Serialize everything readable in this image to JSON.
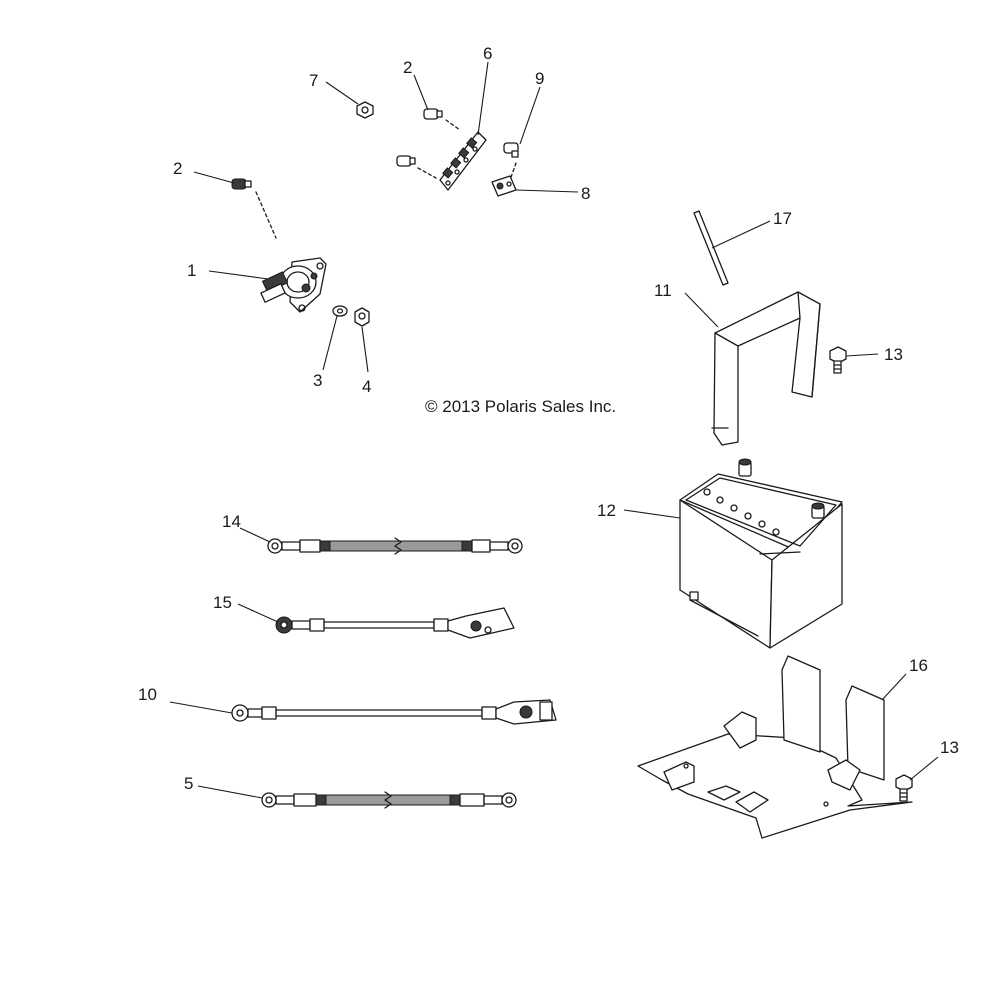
{
  "copyright": "© 2013 Polaris Sales Inc.",
  "callouts": {
    "c1": "1",
    "c2a": "2",
    "c2b": "2",
    "c3": "3",
    "c4": "4",
    "c5": "5",
    "c6": "6",
    "c7": "7",
    "c8": "8",
    "c9": "9",
    "c10": "10",
    "c11": "11",
    "c12": "12",
    "c13a": "13",
    "c13b": "13",
    "c14": "14",
    "c15": "15",
    "c16": "16",
    "c17": "17"
  }
}
